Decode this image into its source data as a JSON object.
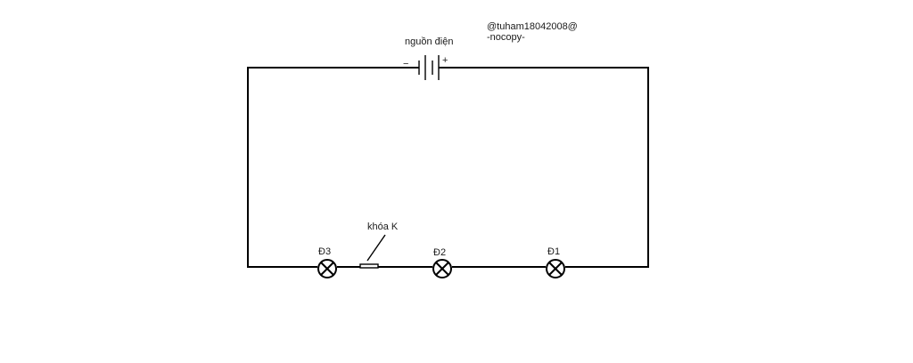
{
  "watermark": {
    "line1": "@tuham18042008@",
    "line2": "-nocopy-"
  },
  "source": {
    "label": "nguồn điện",
    "minus_sign": "−",
    "plus_sign": "+"
  },
  "switch": {
    "label": "khóa K"
  },
  "lamps": [
    {
      "label": "Đ3"
    },
    {
      "label": "Đ2"
    },
    {
      "label": "Đ1"
    }
  ],
  "colors": {
    "wire": "#000000",
    "background": "#ffffff"
  }
}
